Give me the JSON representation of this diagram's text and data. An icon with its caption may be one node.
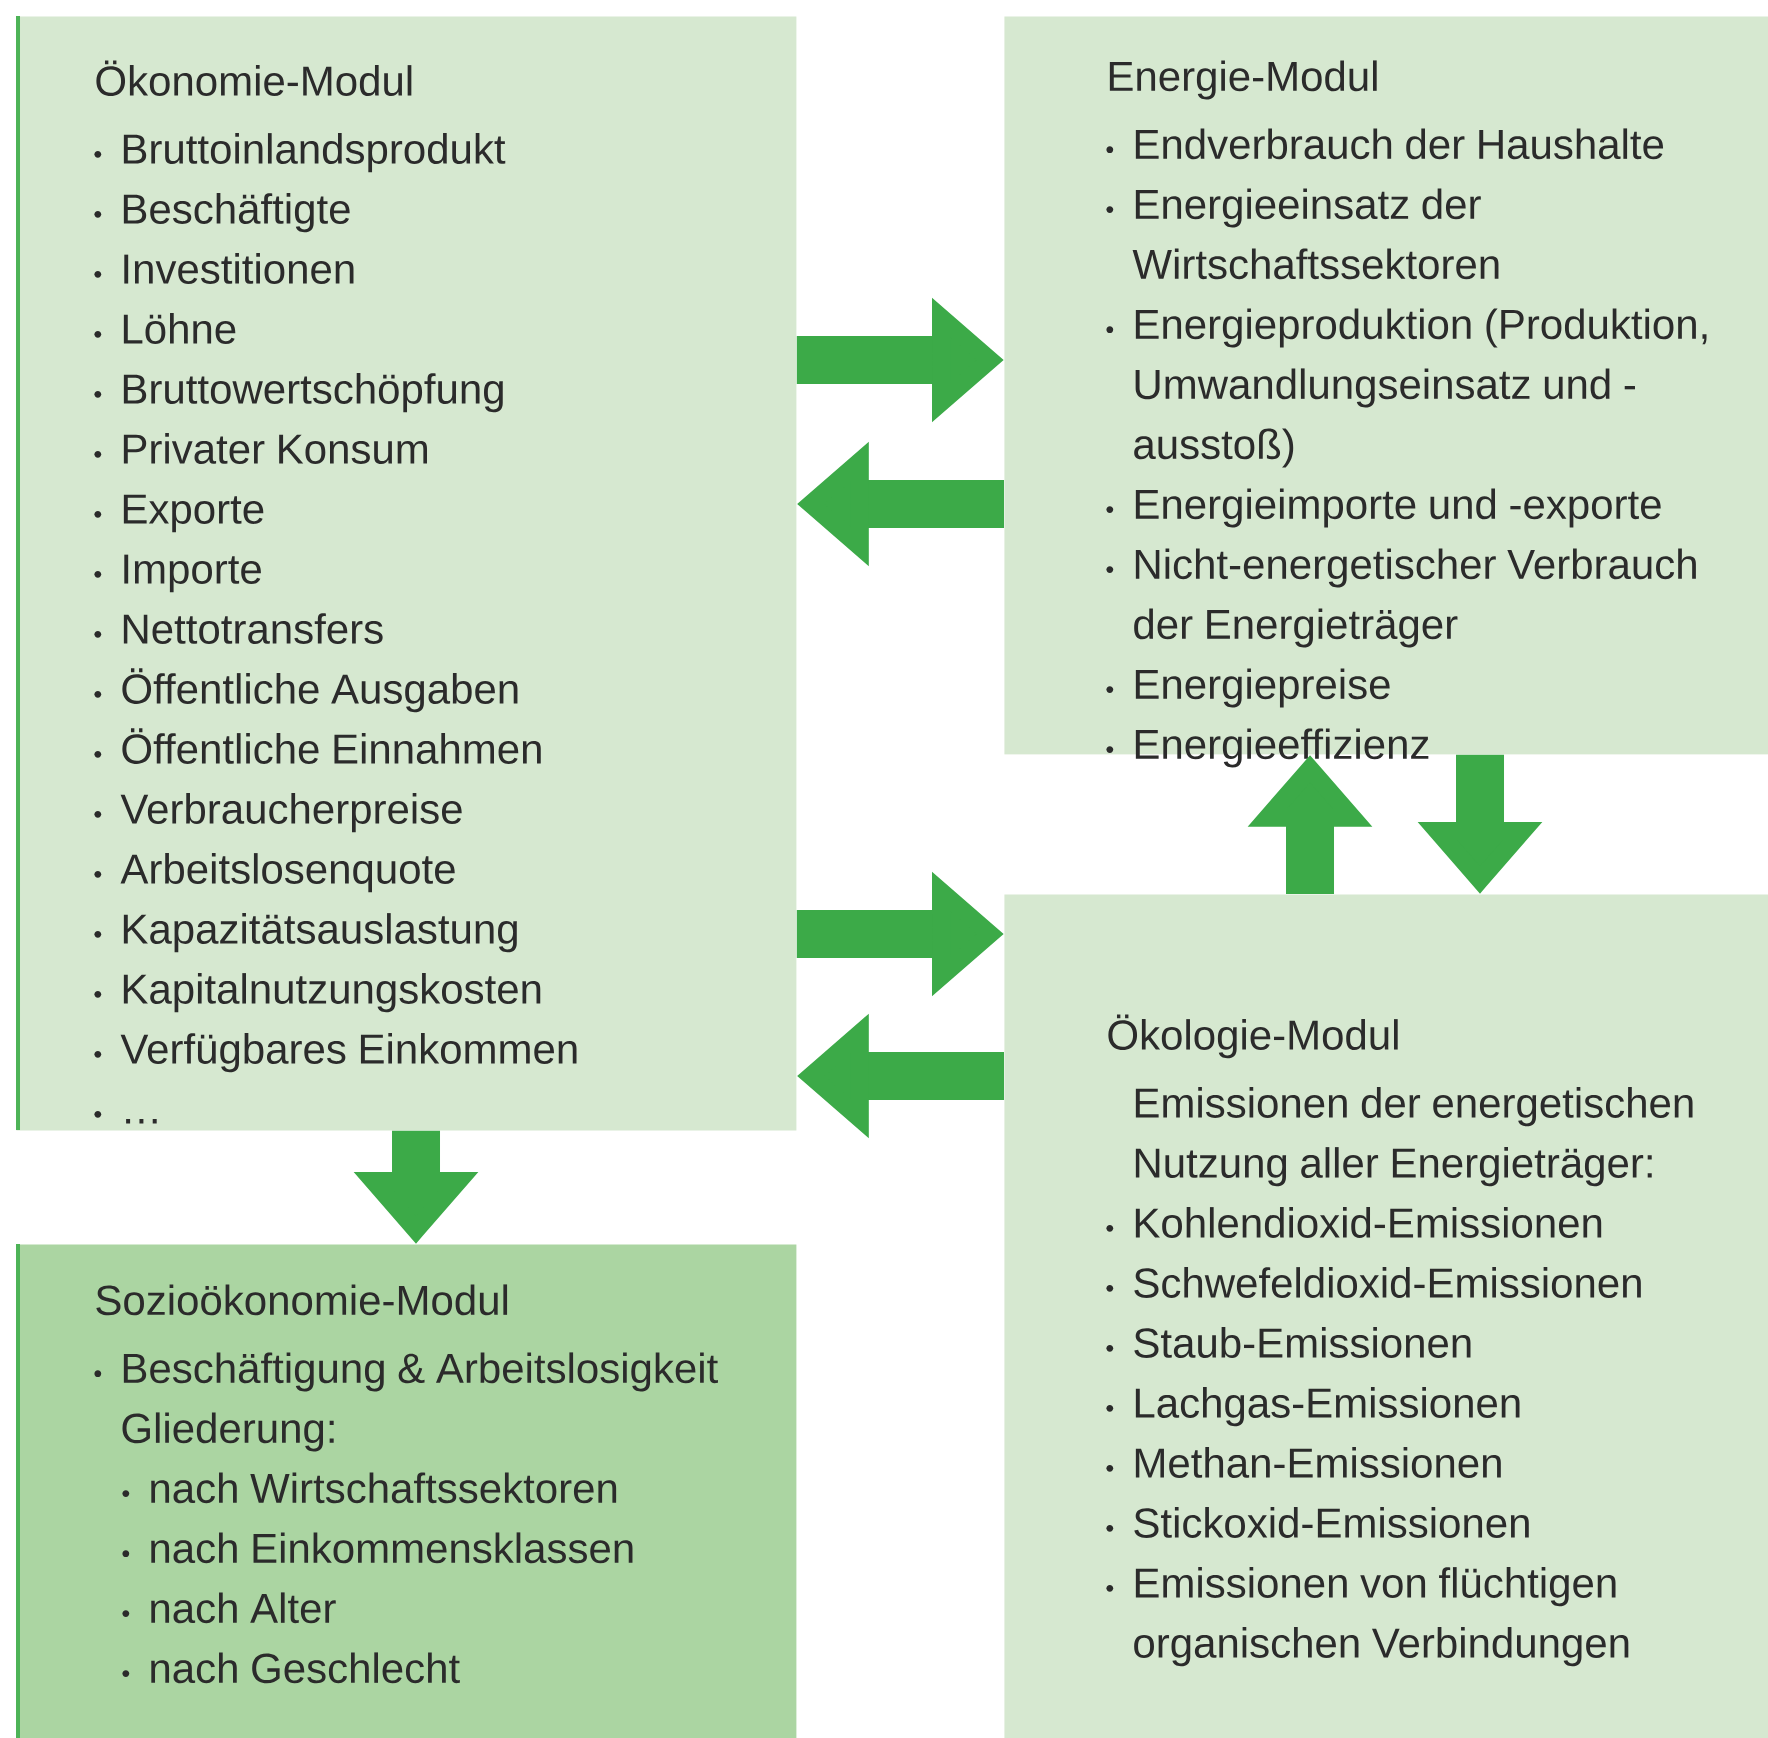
{
  "diagram": {
    "nodes": [
      {
        "text": [
          "Ökonomie-Modul",
          "Bruttoinlandsprodukt",
          "Beschäftigte",
          "Investitionen",
          "Löhne",
          "Bruttowertschöpfung",
          "Privater Konsum",
          "Exporte",
          "Importe",
          "Nettotransfers",
          "Öffentliche Ausgaben",
          "Öffentliche Einnahmen",
          "Verbraucherpreise",
          "Arbeitslosenquote",
          "Kapazitätsauslastung",
          "Kapitalnutzungskosten",
          "Verfügbares Einkommen",
          "…"
        ]
      },
      {
        "text": [
          "Energie-Modul",
          "Endverbrauch der Haushalte",
          "Energieeinsatz der Wirtschaftssektoren",
          "Energieproduktion (Produktion, Umwandlungseinsatz und -ausstoß)",
          "Energieimporte und -exporte",
          "Nicht-energetischer Verbrauch der Energieträger",
          "Energiepreise",
          "Energieeffizienz"
        ]
      },
      {
        "text": [
          "Ökologie-Modul",
          "Emissionen der energetischen Nutzung aller Energieträger:",
          "Kohlendioxid-Emissionen",
          "Schwefeldioxid-Emissionen",
          "Staub-Emissionen",
          "Lachgas-Emissionen",
          "Methan-Emissionen",
          "Stickoxid-Emissionen",
          "Emissionen von flüchtigen organischen Verbindungen"
        ]
      },
      {
        "text": [
          "Sozioökonomie-Modul",
          "Beschäftigung & Arbeitslosigkeit",
          "Gliederung:",
          "nach Wirtschaftssektoren",
          "nach Einkommensklassen",
          "nach Alter",
          "nach Geschlecht"
        ]
      }
    ],
    "edges": [
      {
        "from": 0,
        "to": 1,
        "arrow": "to"
      },
      {
        "from": 1,
        "to": 0,
        "arrow": "to"
      },
      {
        "from": 2,
        "to": 1,
        "arrow": "to"
      },
      {
        "from": 1,
        "to": 2,
        "arrow": "to"
      },
      {
        "from": 0,
        "to": 2,
        "arrow": "to"
      },
      {
        "from": 2,
        "to": 0,
        "arrow": "to"
      },
      {
        "from": 0,
        "to": 3,
        "arrow": "to"
      }
    ]
  }
}
